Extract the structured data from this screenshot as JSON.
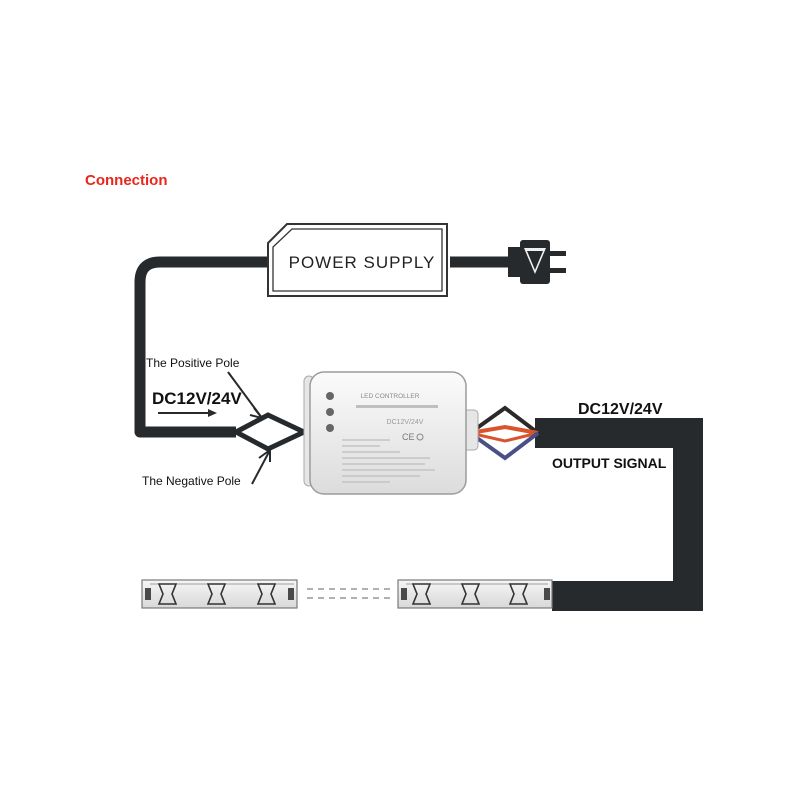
{
  "title": "Connection",
  "power_supply": {
    "label": "POWER SUPPLY"
  },
  "input": {
    "voltage": "DC12V/24V",
    "positive_pole": "The Positive Pole",
    "negative_pole": "The Negative Pole"
  },
  "output": {
    "voltage": "DC12V/24V",
    "signal": "OUTPUT SIGNAL"
  },
  "controller": {
    "label": "LED CONTROLLER",
    "model": "DC12V/24V",
    "ce_mark": "CE"
  },
  "colors": {
    "title": "#e8261c",
    "cable": "#262a2c",
    "wire_red": "#d9542c",
    "wire_blue": "#4a4f86",
    "wire_black": "#2a2a2a"
  }
}
